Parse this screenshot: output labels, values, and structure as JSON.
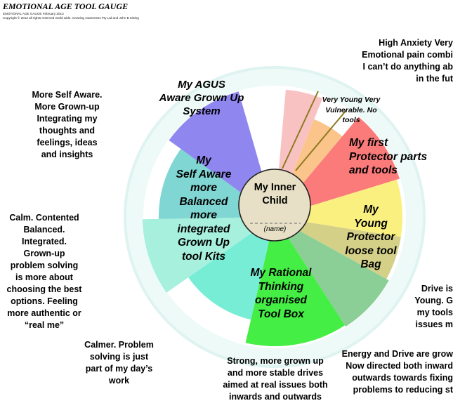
{
  "header": {
    "title": "EMOTIONAL AGE TOOL GAUGE",
    "sub1": "EMOTIONAL AGE GAUGE   February 2013",
    "sub2": "Copyright © 2013 all rights reserved world wide. Growing Awareness Pty Ltd and John B Kitting"
  },
  "segments": [
    {
      "id": "agus",
      "lines": [
        "My AGUS",
        "Aware Grown Up",
        "System"
      ],
      "color": "#8f86f0"
    },
    {
      "id": "self-aware",
      "lines": [
        "My",
        "Self Aware",
        "more",
        "Balanced",
        "more",
        "integrated",
        "Grown Up",
        "tool Kits"
      ],
      "color": "#7fd6d2"
    },
    {
      "id": "rational",
      "lines": [
        "My Rational",
        "Thinking",
        "organised",
        "Tool Box"
      ],
      "color": "#44ee44"
    },
    {
      "id": "young-protector",
      "lines": [
        "My",
        "Young",
        "Protector",
        "loose tool",
        "Bag"
      ],
      "color": "#faf080"
    },
    {
      "id": "first-protector",
      "lines": [
        "My first",
        "Protector parts",
        "and tools"
      ],
      "color": "#fbc48a"
    },
    {
      "id": "very-young",
      "lines": [
        "Very Young Very",
        "Vulnerable. No",
        "tools"
      ],
      "color": "#f9c2c2"
    }
  ],
  "center": {
    "title_lines": [
      "My Inner",
      "Child"
    ],
    "name": "(name)"
  },
  "notes": {
    "top_left": [
      "More Self Aware.",
      "More Grown-up",
      "Integrating my",
      "thoughts and",
      "feelings, ideas",
      "and insights"
    ],
    "mid_left": [
      "Calm. Contented",
      "Balanced.",
      "Integrated.",
      "Grown-up",
      "problem solving",
      "is more about",
      "choosing the best",
      "options. Feeling",
      "more authentic or",
      "“real me”"
    ],
    "bottom_left": [
      "Calmer. Problem",
      "solving is just",
      "part of my day’s",
      "work"
    ],
    "bottom_center": [
      "Strong, more grown up",
      "and more stable drives",
      "aimed at  real issues both",
      "inwards and outwards"
    ],
    "bottom_right": [
      "Energy and  Drive are grow",
      "Now directed both inward",
      "outwards  towards fixing",
      "problems  to reducing st"
    ],
    "mid_right": [
      "Drive is",
      "Young. G",
      "my tools",
      "issues m"
    ],
    "top_right": [
      "High Anxiety Very",
      "Emotional pain combi",
      "I can’t do anything ab",
      "in the fut"
    ]
  }
}
